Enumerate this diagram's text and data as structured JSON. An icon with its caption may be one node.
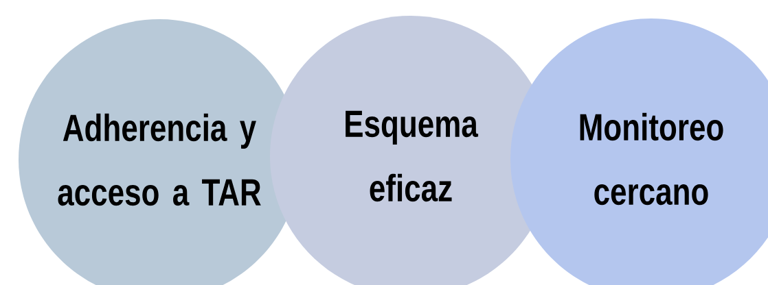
{
  "diagram": {
    "nodes": [
      {
        "text": [
          "Adherencia y acceso a TAR"
        ]
      },
      {
        "text": [
          "Esquema eficaz"
        ]
      },
      {
        "text": [
          "Monitoreo cercano"
        ]
      }
    ]
  }
}
